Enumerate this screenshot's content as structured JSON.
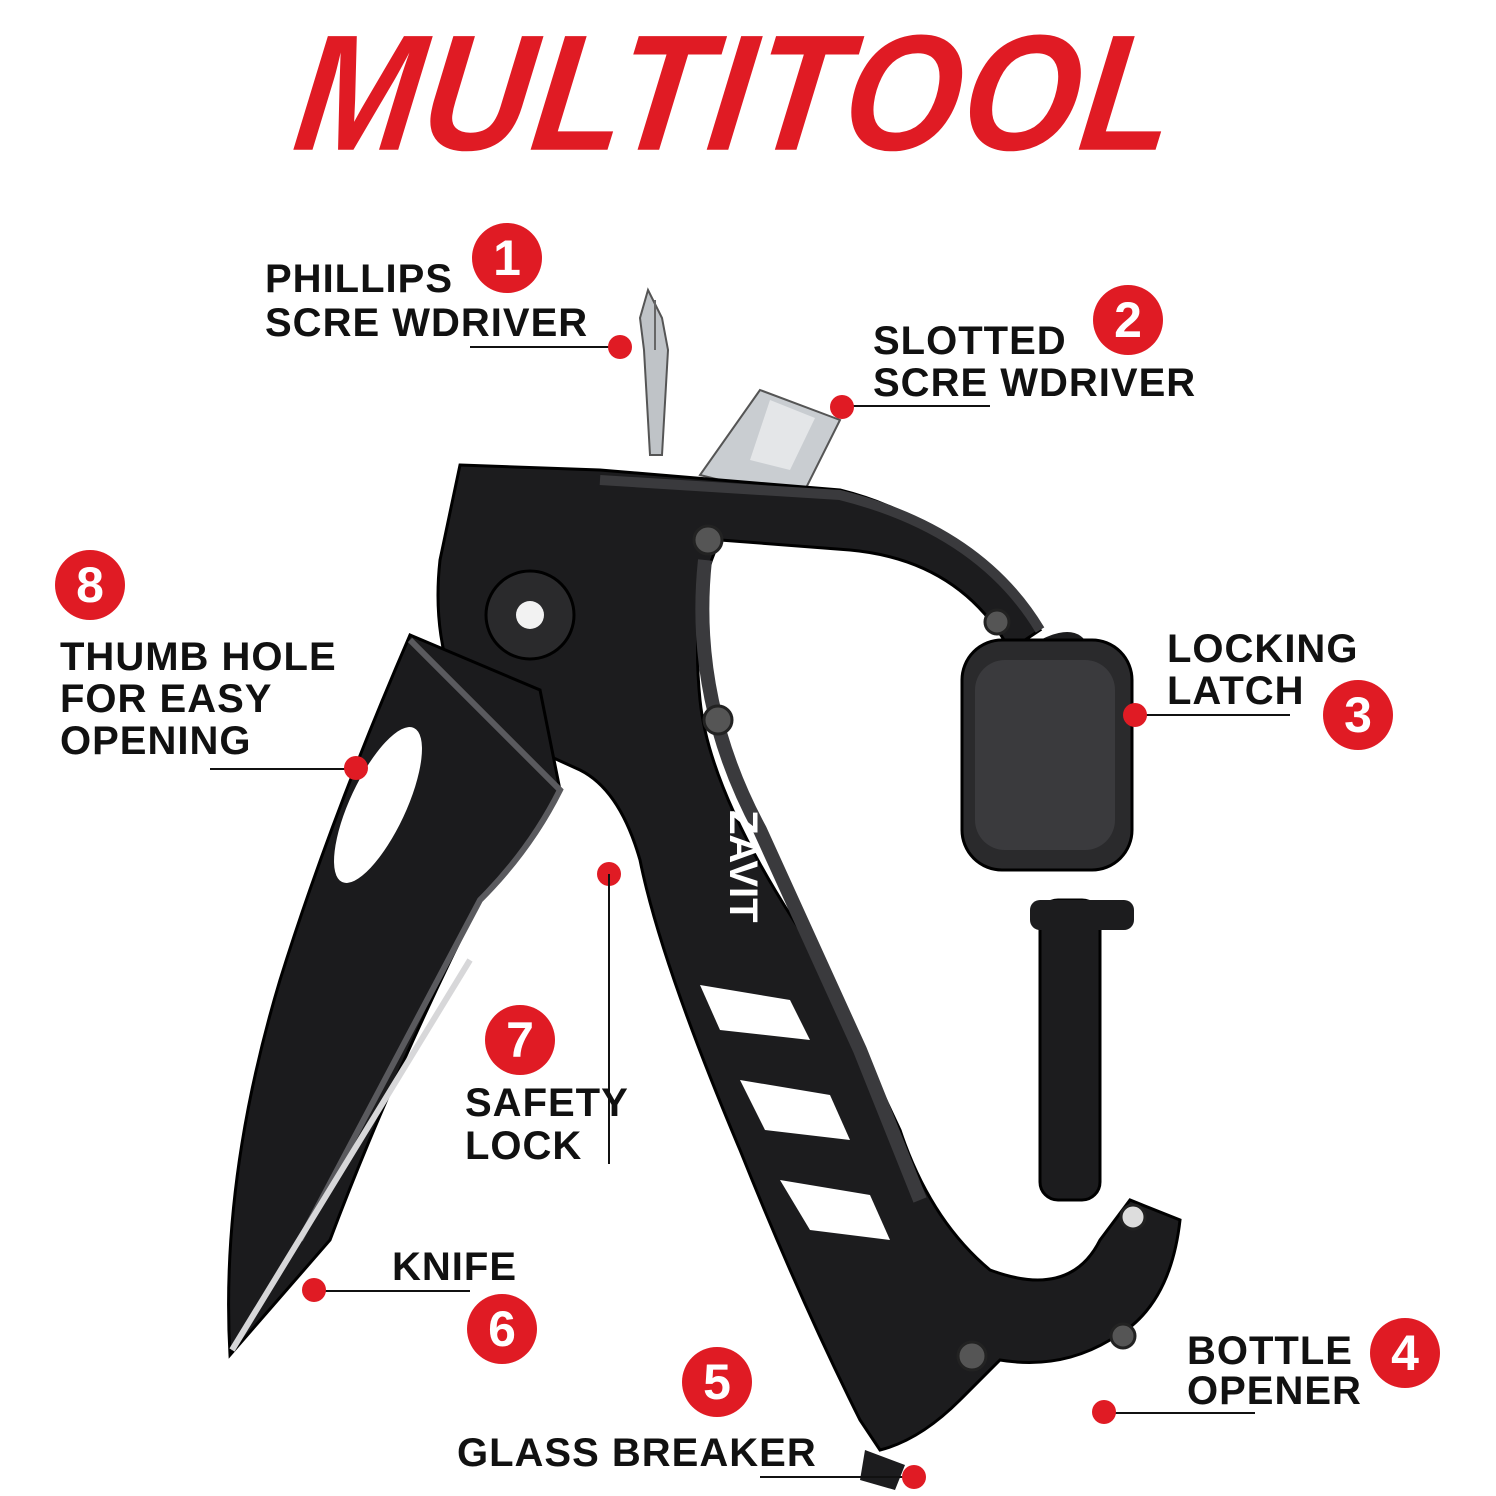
{
  "title": "MULTITOOL",
  "brand": "ZAVIT",
  "colors": {
    "accent": "#e01b24",
    "tool_body": "#1c1c1e",
    "text": "#111111"
  },
  "callouts": [
    {
      "number": "1",
      "line1": "PHILLIPS",
      "line2": "SCRE WDRIVER"
    },
    {
      "number": "2",
      "line1": "SLOTTED",
      "line2": "SCRE WDRIVER"
    },
    {
      "number": "3",
      "line1": "LOCKING",
      "line2": "LATCH"
    },
    {
      "number": "4",
      "line1": "BOTTLE",
      "line2": "OPENER"
    },
    {
      "number": "5",
      "line1": "GLASS BREAKER"
    },
    {
      "number": "6",
      "line1": "KNIFE"
    },
    {
      "number": "7",
      "line1": "SAFETY",
      "line2": "LOCK"
    },
    {
      "number": "8",
      "line1": "THUMB HOLE",
      "line2": "FOR EASY",
      "line3": "OPENING"
    }
  ]
}
